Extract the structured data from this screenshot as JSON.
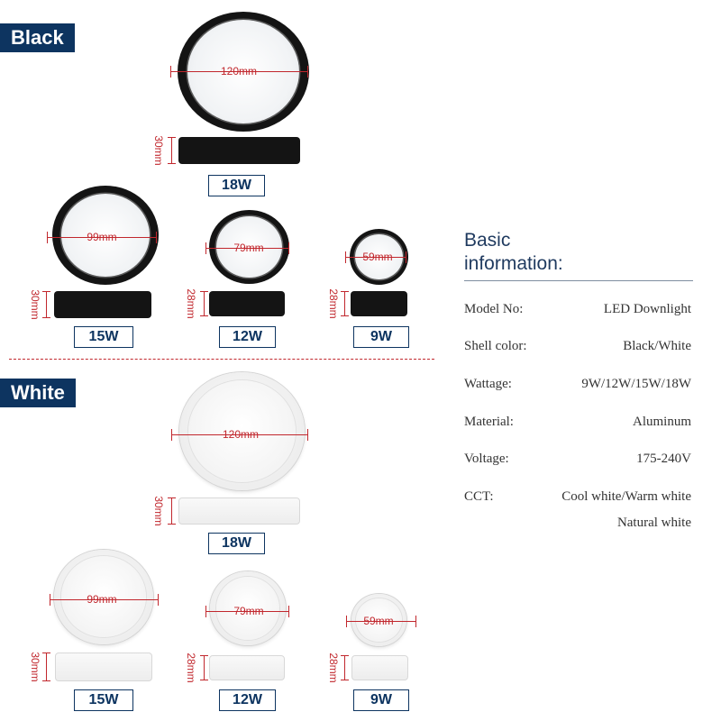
{
  "sections": {
    "black": "Black",
    "white": "White"
  },
  "dimensions": {
    "d120": "120mm",
    "d99": "99mm",
    "d79": "79mm",
    "d59": "59mm",
    "h30": "30mm",
    "h28": "28mm"
  },
  "wattages": {
    "w18": "18W",
    "w15": "15W",
    "w12": "12W",
    "w9": "9W"
  },
  "info": {
    "title_line1": "Basic",
    "title_line2": "information:",
    "rows": [
      {
        "key": "Model No:",
        "value": "LED Downlight"
      },
      {
        "key": "Shell color:",
        "value": "Black/White"
      },
      {
        "key": "Wattage:",
        "value": "9W/12W/15W/18W"
      },
      {
        "key": "Material:",
        "value": "Aluminum"
      },
      {
        "key": "Voltage:",
        "value": "175-240V"
      },
      {
        "key": "CCT:",
        "value": "Cool white/Warm white"
      },
      {
        "key": "",
        "value": "Natural white"
      }
    ]
  },
  "colors": {
    "label_bg": "#0d3460",
    "dimension_red": "#c1272d",
    "black_shell": "#141414"
  }
}
